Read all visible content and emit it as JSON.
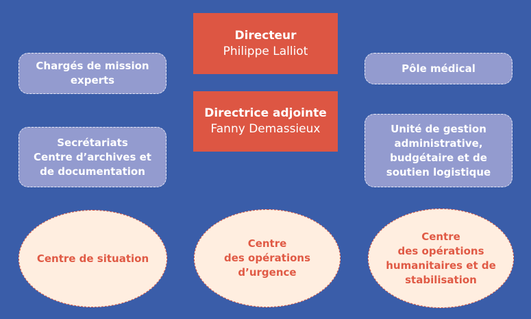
{
  "direction": {
    "director": {
      "title": "Directeur",
      "name": "Philippe Lalliot"
    },
    "deputy": {
      "title": "Directrice adjointe",
      "name": "Fanny Demassieux"
    }
  },
  "left_units": [
    {
      "lines": [
        "Chargés de mission",
        "experts"
      ]
    },
    {
      "lines": [
        "Secrétariats",
        "Centre d’archives et",
        "de documentation"
      ]
    }
  ],
  "right_units": [
    {
      "lines": [
        "Pôle médical"
      ]
    },
    {
      "lines": [
        "Unité de gestion",
        "administrative,",
        "budgétaire et de",
        "soutien logistique"
      ]
    }
  ],
  "centres": [
    {
      "lines": [
        "Centre de situation"
      ]
    },
    {
      "lines": [
        "Centre",
        "des opérations",
        "d’urgence"
      ]
    },
    {
      "lines": [
        "Centre",
        "des opérations",
        "humanitaires et de",
        "stabilisation"
      ]
    }
  ],
  "colors": {
    "background": "#3a5da9",
    "direction": "#dd5643",
    "unit": "#939bcf",
    "centre": "#ffeee0",
    "centre_text": "#e05a45"
  }
}
